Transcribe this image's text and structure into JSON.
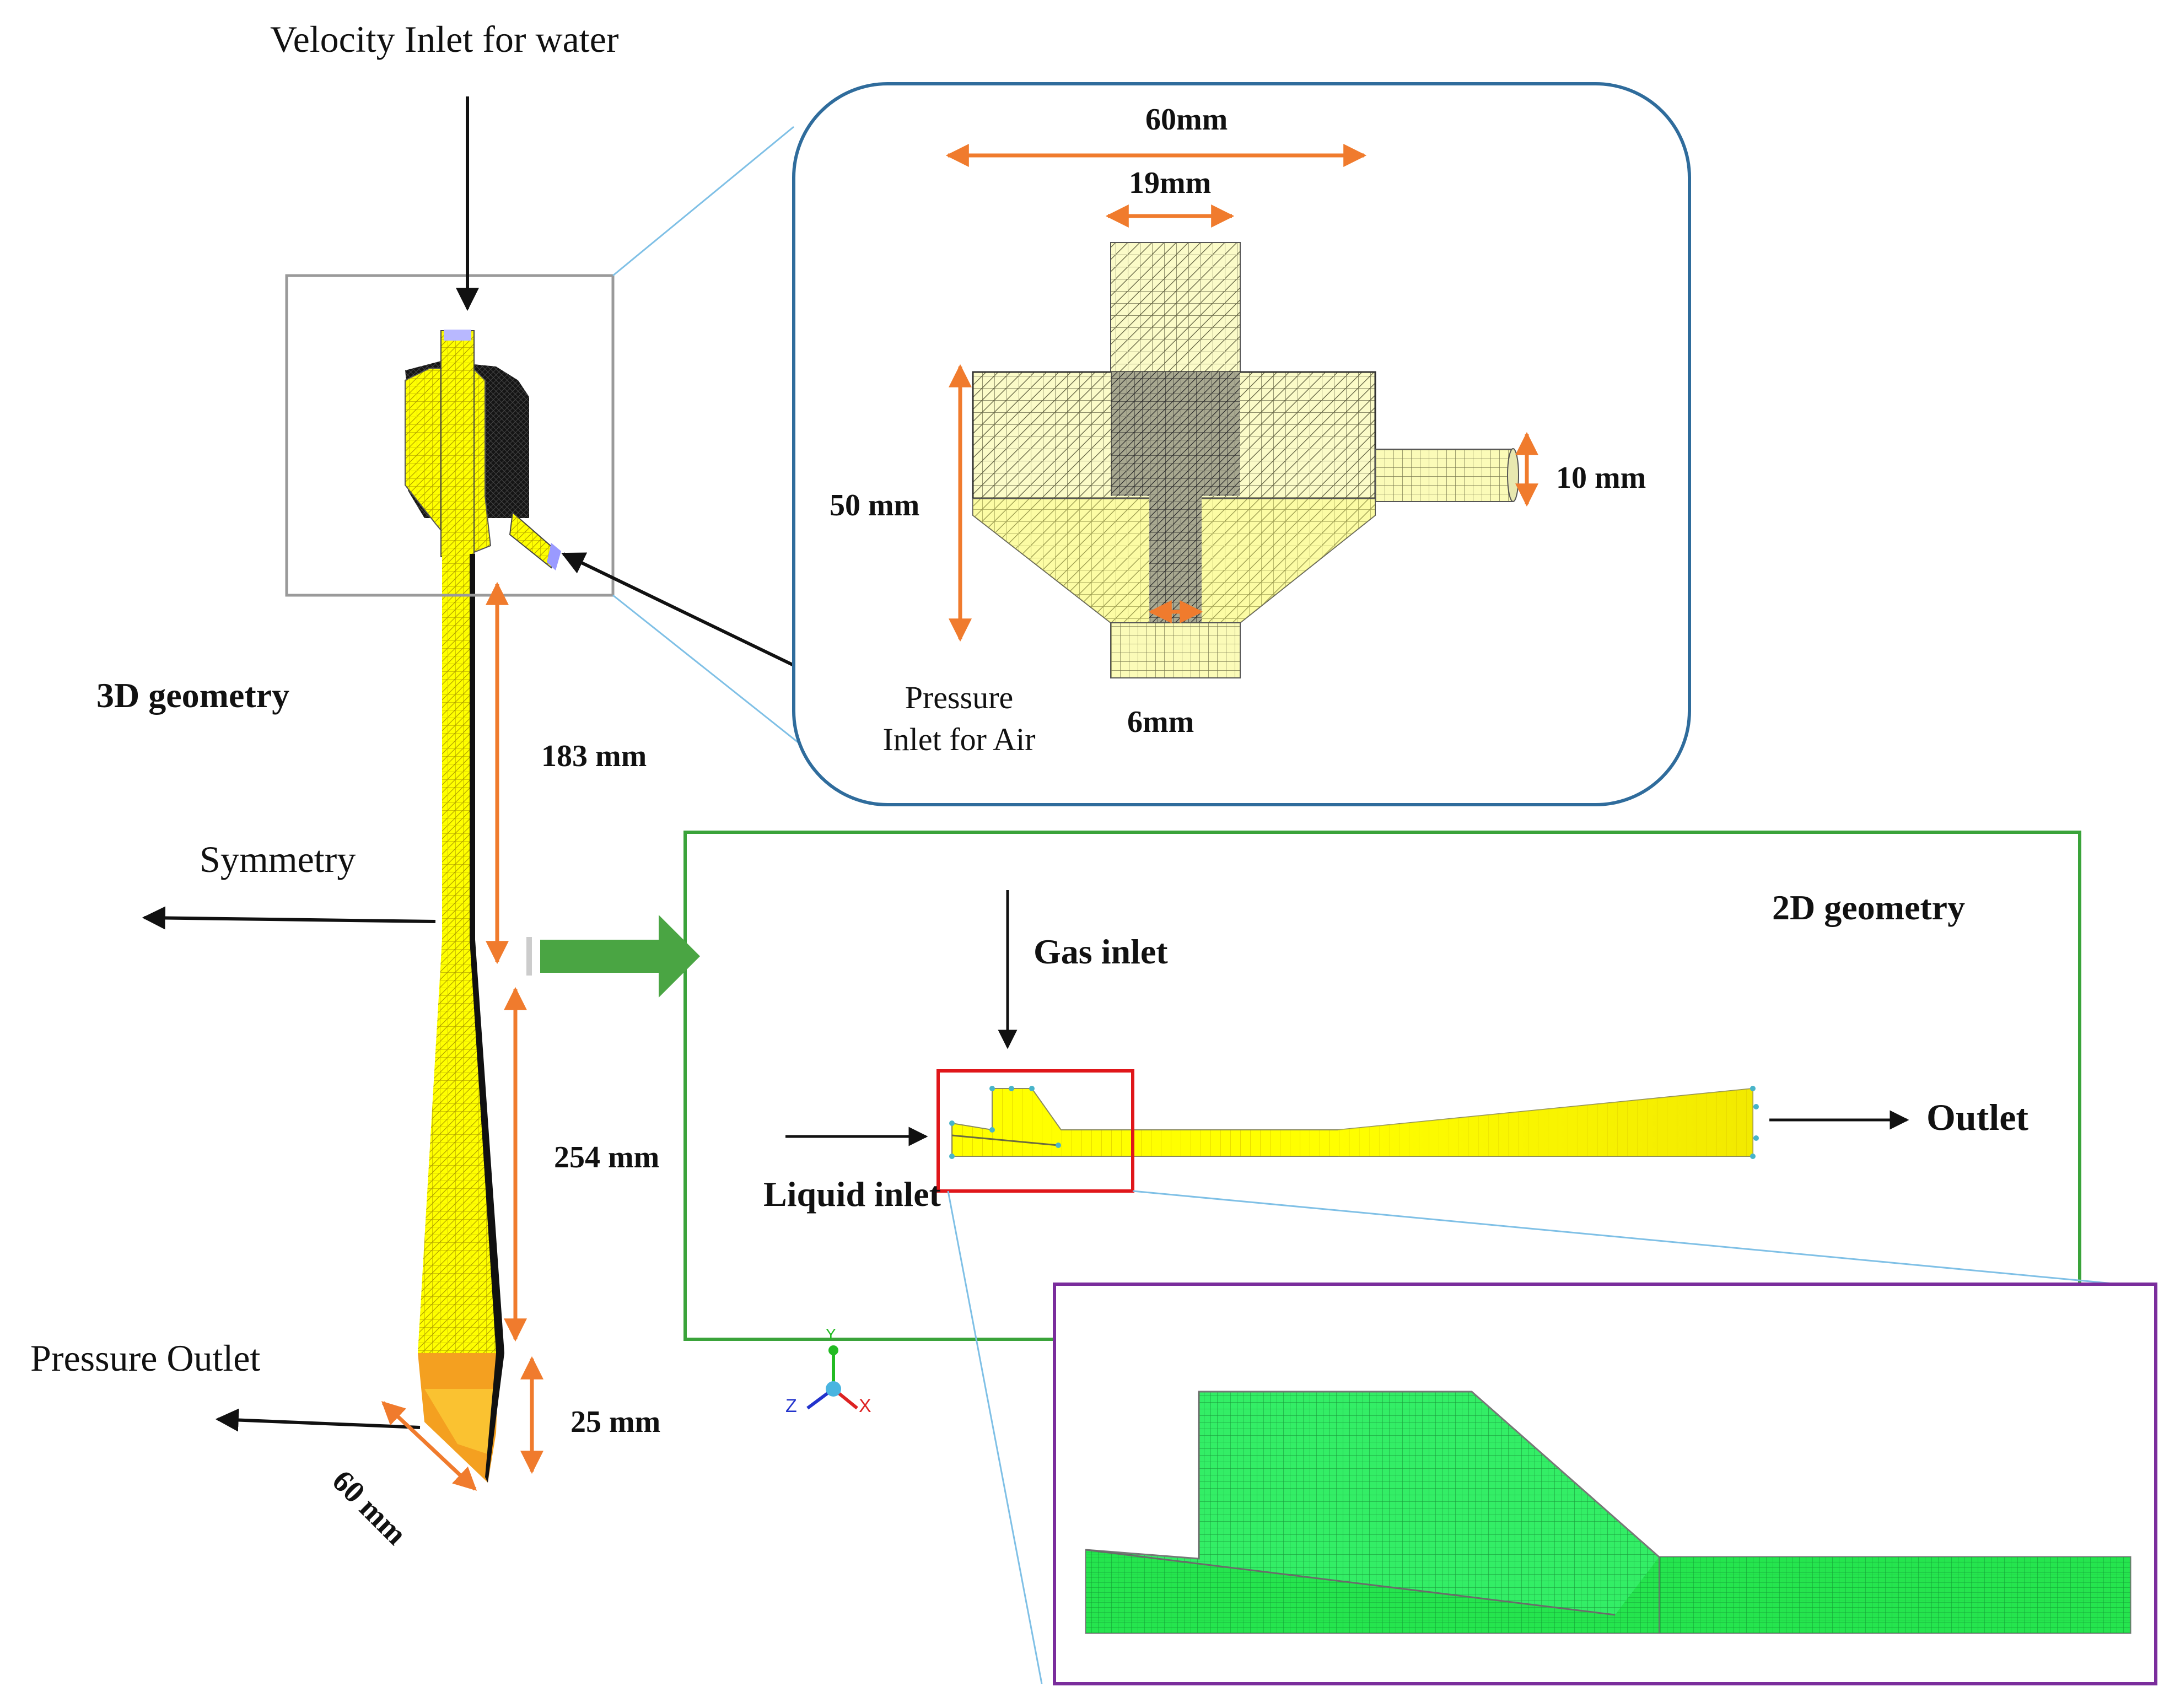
{
  "labels": {
    "velocity_inlet": "Velocity Inlet for water",
    "geometry_3d": "3D geometry",
    "symmetry": "Symmetry",
    "pressure_outlet": "Pressure Outlet",
    "pressure_inlet_air_line1": "Pressure",
    "pressure_inlet_air_line2": "Inlet for Air",
    "geometry_2d": "2D geometry",
    "gas_inlet": "Gas inlet",
    "liquid_inlet": "Liquid inlet",
    "outlet": "Outlet"
  },
  "dimensions": {
    "d_183": "183 mm",
    "d_254": "254 mm",
    "d_25": "25 mm",
    "d_60_outlet": "60 mm",
    "d_60_inset": "60mm",
    "d_19": "19mm",
    "d_50": "50 mm",
    "d_10": "10 mm",
    "d_6": "6mm"
  },
  "axis_triad": {
    "x": "X",
    "y": "Y",
    "z": "Z"
  },
  "colors": {
    "mesh_yellow": "#ffff00",
    "mesh_green": "#33ee55",
    "dimension_orange": "#f07b2d",
    "inset_border_blue": "#2f6c9c",
    "geometry2d_border_green": "#3aa33a",
    "zoom_box_red": "#e0161a",
    "zoom_box_purple": "#7a2d9c",
    "arrow_green": "#4aa543",
    "leader_light_blue": "#7fc0e6"
  }
}
